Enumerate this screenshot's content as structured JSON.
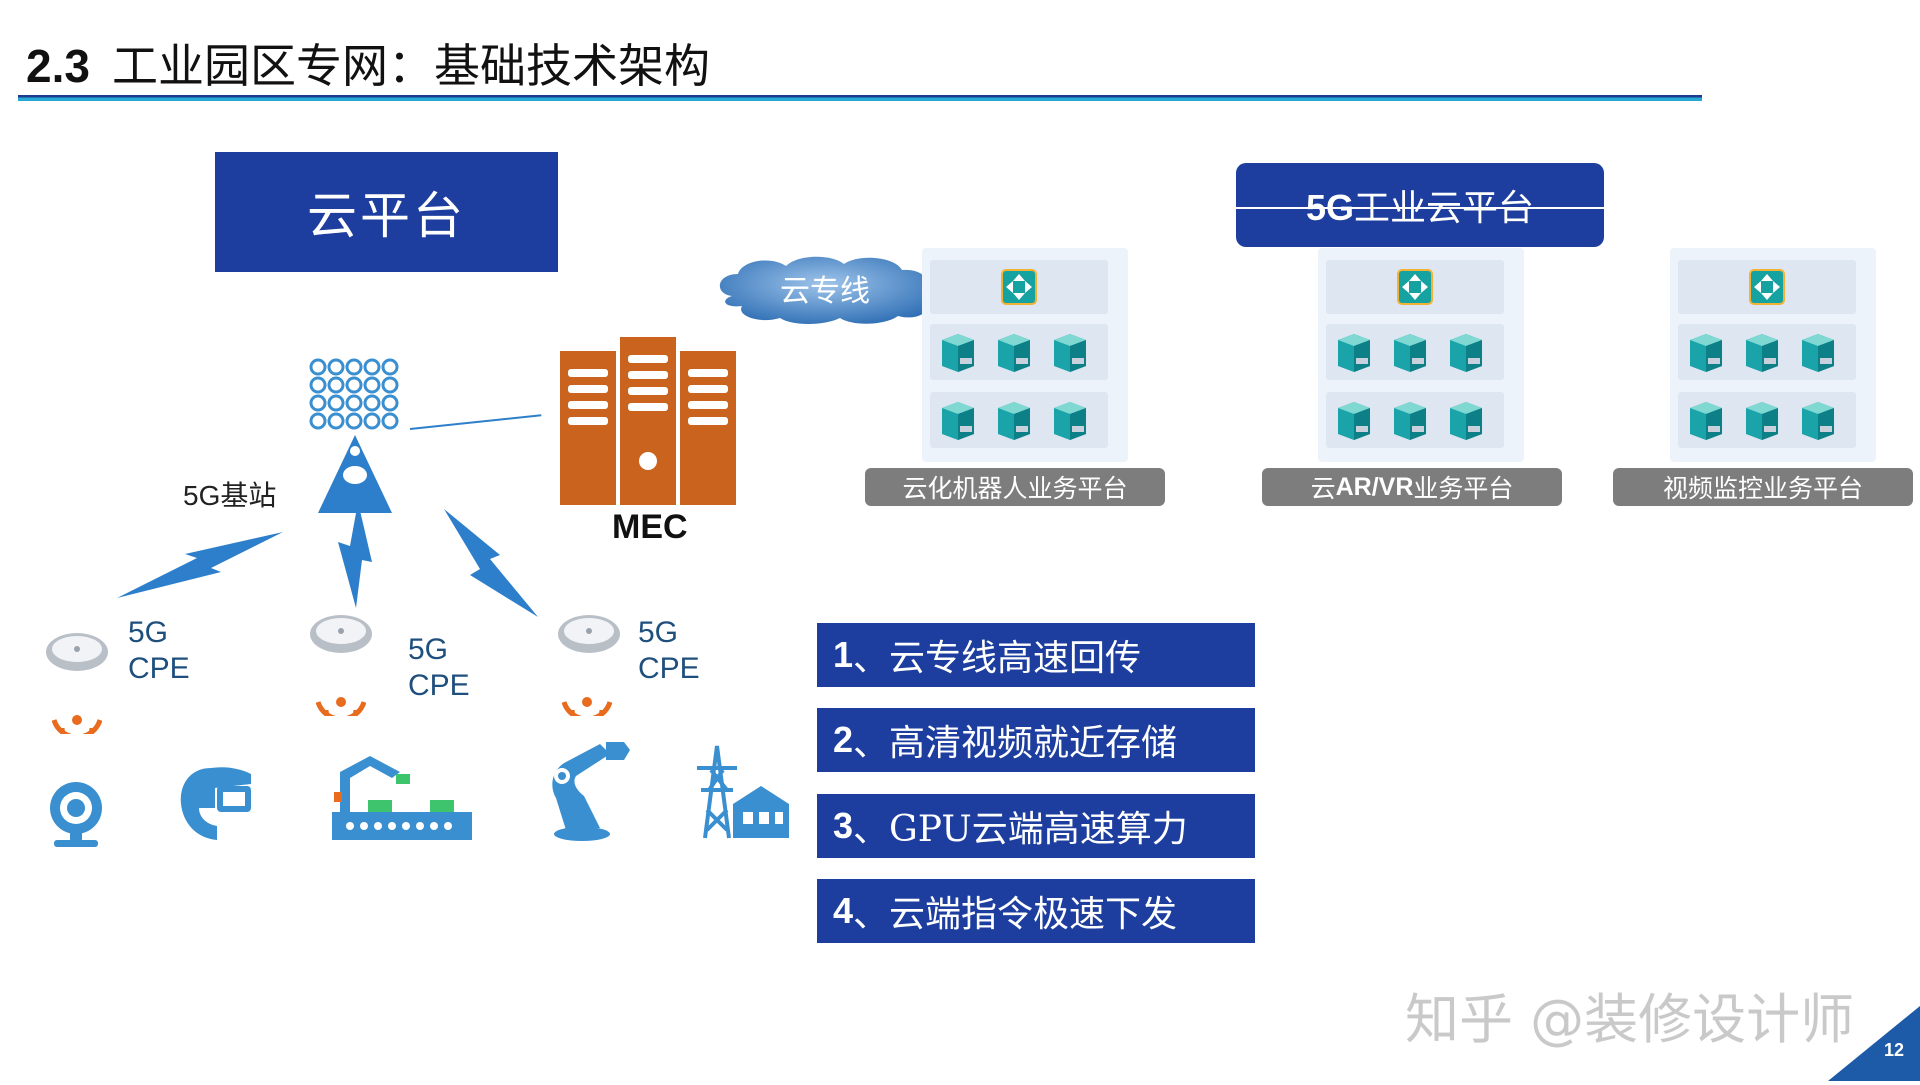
{
  "header": {
    "number": "2.3",
    "title": "工业园区专网：基础技术架构"
  },
  "cloud_platform": "云平台",
  "cloud_line": "云专线",
  "mec_label": "MEC",
  "base_station_label": "5G基站",
  "cpe": [
    {
      "line1": "5G",
      "line2": "CPE"
    },
    {
      "line1": "5G",
      "line2": "CPE"
    },
    {
      "line1": "5G",
      "line2": "CPE"
    }
  ],
  "industrial_cloud": {
    "prefix": "5G",
    "rest": "工业云平台"
  },
  "platforms": [
    {
      "prefix": "",
      "bold": "",
      "label": "云化机器人业务平台"
    },
    {
      "prefix": "云",
      "bold": "AR/VR",
      "label": "业务平台"
    },
    {
      "prefix": "",
      "bold": "",
      "label": "视频监控业务平台"
    }
  ],
  "features": [
    {
      "num": "1",
      "text": "、云专线高速回传"
    },
    {
      "num": "2",
      "text": "、高清视频就近存储"
    },
    {
      "num": "3",
      "text": "、GPU云端高速算力"
    },
    {
      "num": "4",
      "text": "、云端指令极速下发"
    }
  ],
  "watermark": "知乎 @装修设计师",
  "page_number": "12",
  "colors": {
    "primary_blue": "#1d3e9e",
    "accent_cyan": "#25a8d6",
    "orange": "#c9631d",
    "icon_blue": "#3a8fd0",
    "label_gray": "#7d7d7d"
  }
}
